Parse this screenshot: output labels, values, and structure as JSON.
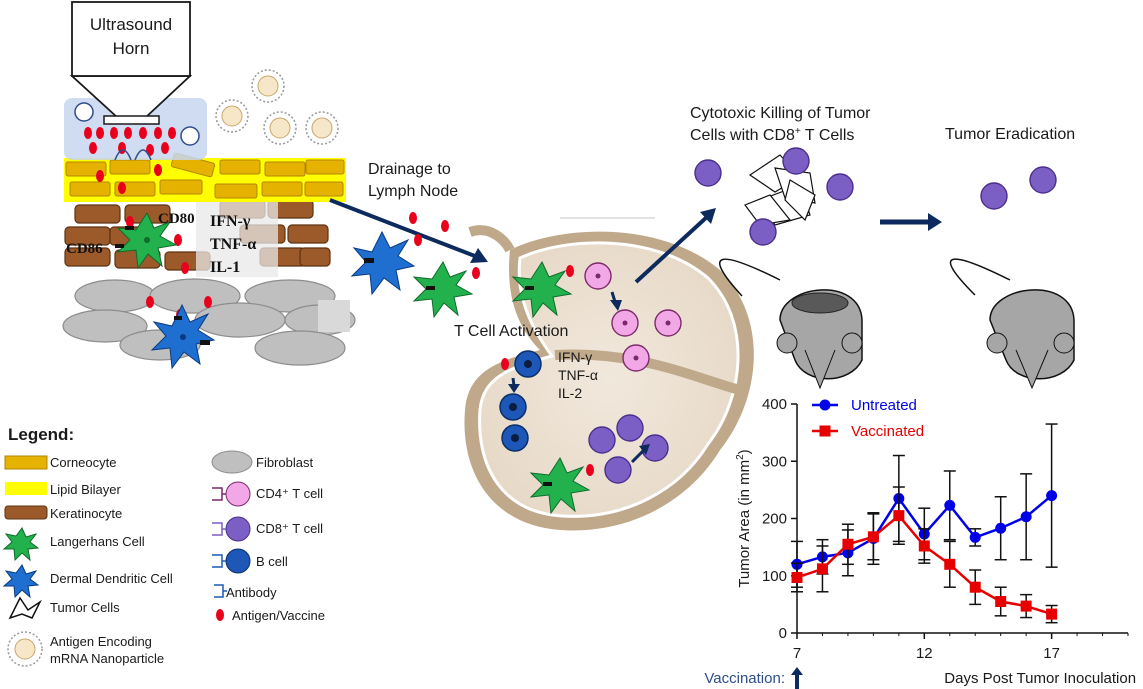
{
  "ultrasound_horn": {
    "line1": "Ultrasound",
    "line2": "Horn"
  },
  "skin_cytokines": {
    "cd80": "CD80",
    "cd86": "CD86",
    "ifn": "IFN-γ",
    "tnf": "TNF-α",
    "il": "IL-1"
  },
  "drainage": {
    "line1": "Drainage to",
    "line2": "Lymph Node"
  },
  "lymph_node": {
    "activation": "T Cell Activation",
    "cytokines": [
      "IFN-γ",
      "TNF-α",
      "IL-2"
    ]
  },
  "killing": {
    "line1": "Cytotoxic Killing of Tumor",
    "line2": "Cells with CD8",
    "sup": "+",
    "line2_end": " T Cells"
  },
  "eradication": "Tumor Eradication",
  "legend": {
    "title": "Legend:",
    "col1": [
      "Corneocyte",
      "Lipid Bilayer",
      "Keratinocyte",
      "Langerhans Cell",
      "Dermal Dendritic Cell",
      "Tumor Cells",
      "Antigen Encoding",
      "mRNA Nanoparticle"
    ],
    "col2": [
      "Fibroblast",
      "CD4⁺ T cell",
      "CD8⁺ T cell",
      "B cell",
      "Antibody",
      "Antigen/Vaccine"
    ]
  },
  "colors": {
    "corneocyte": "#e6b200",
    "lipid": "#ffff00",
    "keratinocyte": "#9c5a2b",
    "langerhans": "#22b14c",
    "dendritic": "#1f6fd1",
    "fibroblast": "#bfbfbf",
    "cd4": "#f2a7e6",
    "cd8": "#7b5fc4",
    "bcell": "#1d58b8",
    "antigen": "#e8001c",
    "untreated": "#0000e6",
    "vaccinated": "#e60000",
    "navy": "#0d2a5e"
  },
  "chart_data": {
    "type": "line",
    "xlabel": "Days Post Tumor Inoculation",
    "ylabel": "Tumor Area (in mm",
    "ylabel_sup": "2",
    "ylabel_end": ")",
    "xlim": [
      7,
      20
    ],
    "ylim": [
      0,
      400
    ],
    "xticks": [
      7,
      12,
      17
    ],
    "yticks": [
      0,
      100,
      200,
      300,
      400
    ],
    "vaccination_label": "Vaccination:",
    "series": [
      {
        "name": "Untreated",
        "x": [
          7,
          8,
          9,
          10,
          11,
          12,
          13,
          14,
          15,
          16,
          17
        ],
        "y": [
          120,
          133,
          140,
          165,
          235,
          173,
          223,
          167,
          183,
          203,
          240
        ],
        "err": [
          40,
          30,
          40,
          45,
          75,
          45,
          60,
          15,
          55,
          75,
          125
        ]
      },
      {
        "name": "Vaccinated",
        "x": [
          7,
          8,
          9,
          10,
          11,
          12,
          13,
          14,
          15,
          16,
          17
        ],
        "y": [
          97,
          112,
          155,
          168,
          205,
          152,
          120,
          80,
          55,
          47,
          33
        ],
        "err": [
          25,
          40,
          35,
          40,
          50,
          30,
          40,
          30,
          25,
          20,
          15
        ]
      }
    ]
  }
}
